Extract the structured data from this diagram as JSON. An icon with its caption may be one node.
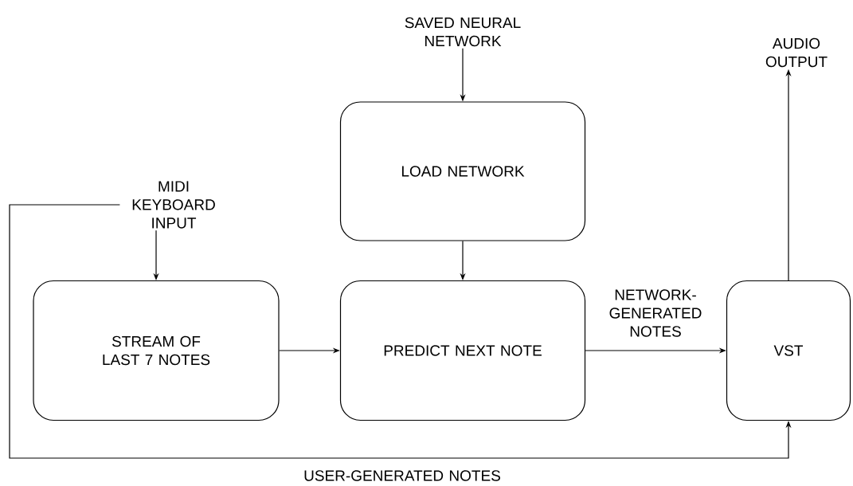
{
  "diagram": {
    "nodes": [
      {
        "text": [
          "SAVED NEURAL NETWORK"
        ]
      },
      {
        "text": [
          "LOAD NETWORK"
        ]
      },
      {
        "text": [
          "MIDI KEYBOARD INPUT"
        ]
      },
      {
        "text": [
          "STREAM OF LAST 7 NOTES"
        ]
      },
      {
        "text": [
          "PREDICT NEXT NOTE"
        ]
      },
      {
        "text": [
          "VST"
        ]
      },
      {
        "text": [
          "AUDIO OUTPUT"
        ]
      }
    ],
    "edges": [
      {
        "from": 0,
        "to": 1,
        "arrow": "to"
      },
      {
        "from": 1,
        "to": 4,
        "arrow": "to"
      },
      {
        "from": 2,
        "to": 3,
        "arrow": "to"
      },
      {
        "from": 3,
        "to": 4,
        "arrow": "to"
      },
      {
        "from": 4,
        "to": 5,
        "arrow": "to",
        "label": "NETWORK-GENERATED NOTES"
      },
      {
        "from": 5,
        "to": 6,
        "arrow": "to"
      },
      {
        "from": 2,
        "to": 5,
        "arrow": "to",
        "label": "USER-GENERATED NOTES"
      }
    ]
  }
}
